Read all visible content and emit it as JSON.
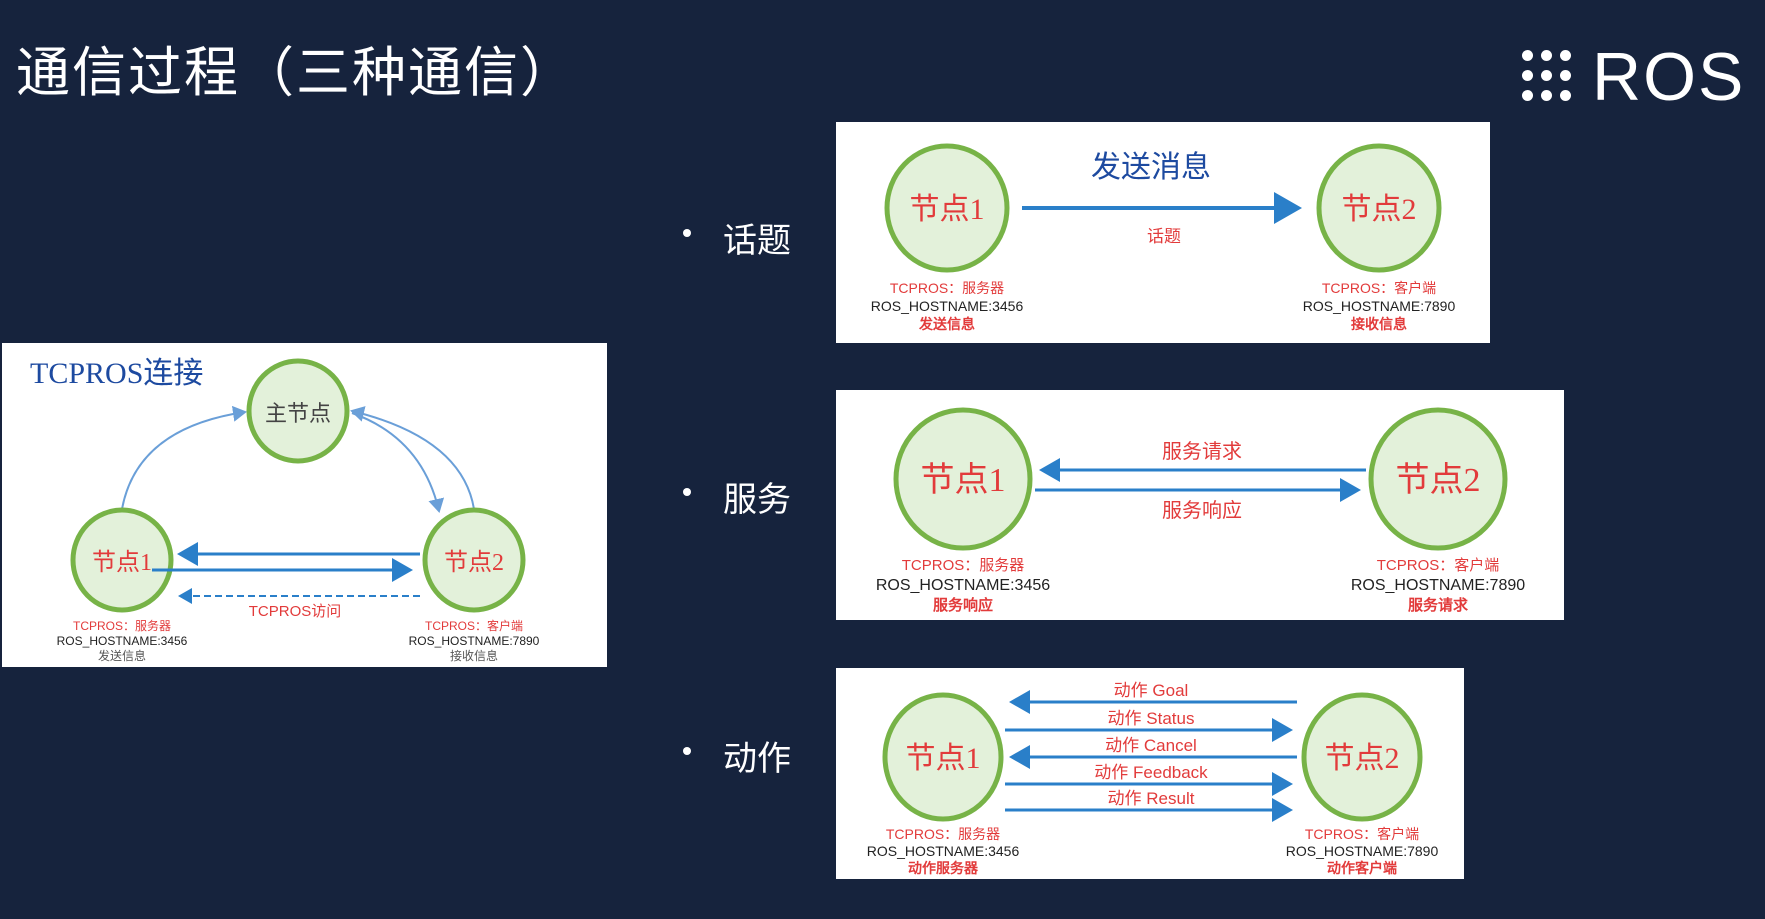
{
  "title": "通信过程（三种通信）",
  "logo": {
    "text": "ROS"
  },
  "colors": {
    "background": "#16233d",
    "node_fill": "#e3f1da",
    "node_stroke": "#77b347",
    "arrow": "#2a7fc9",
    "red": "#e23b3b"
  },
  "bullets": [
    {
      "label": "话题"
    },
    {
      "label": "服务"
    },
    {
      "label": "动作"
    }
  ],
  "tcpros": {
    "title": "TCPROS连接",
    "master": "主节点",
    "node1": "节点1",
    "node2": "节点2",
    "access": "TCPROS访问",
    "node1_info": [
      "TCPROS：服务器",
      "ROS_HOSTNAME:3456",
      "发送信息"
    ],
    "node2_info": [
      "TCPROS：客户端",
      "ROS_HOSTNAME:7890",
      "接收信息"
    ]
  },
  "topic": {
    "node1": "节点1",
    "node2": "节点2",
    "arrow_label": "发送消息",
    "channel": "话题",
    "node1_info": [
      "TCPROS：服务器",
      "ROS_HOSTNAME:3456",
      "发送信息"
    ],
    "node2_info": [
      "TCPROS：客户端",
      "ROS_HOSTNAME:7890",
      "接收信息"
    ]
  },
  "service": {
    "node1": "节点1",
    "node2": "节点2",
    "request": "服务请求",
    "response": "服务响应",
    "node1_info": [
      "TCPROS：服务器",
      "ROS_HOSTNAME:3456",
      "服务响应"
    ],
    "node2_info": [
      "TCPROS：客户端",
      "ROS_HOSTNAME:7890",
      "服务请求"
    ]
  },
  "action": {
    "node1": "节点1",
    "node2": "节点2",
    "messages": [
      {
        "label": "动作 Goal",
        "direction": "left"
      },
      {
        "label": "动作 Status",
        "direction": "right"
      },
      {
        "label": "动作 Cancel",
        "direction": "left"
      },
      {
        "label": "动作 Feedback",
        "direction": "right"
      },
      {
        "label": "动作 Result",
        "direction": "right"
      }
    ],
    "node1_info": [
      "TCPROS：服务器",
      "ROS_HOSTNAME:3456",
      "动作服务器"
    ],
    "node2_info": [
      "TCPROS：客户端",
      "ROS_HOSTNAME:7890",
      "动作客户端"
    ]
  }
}
